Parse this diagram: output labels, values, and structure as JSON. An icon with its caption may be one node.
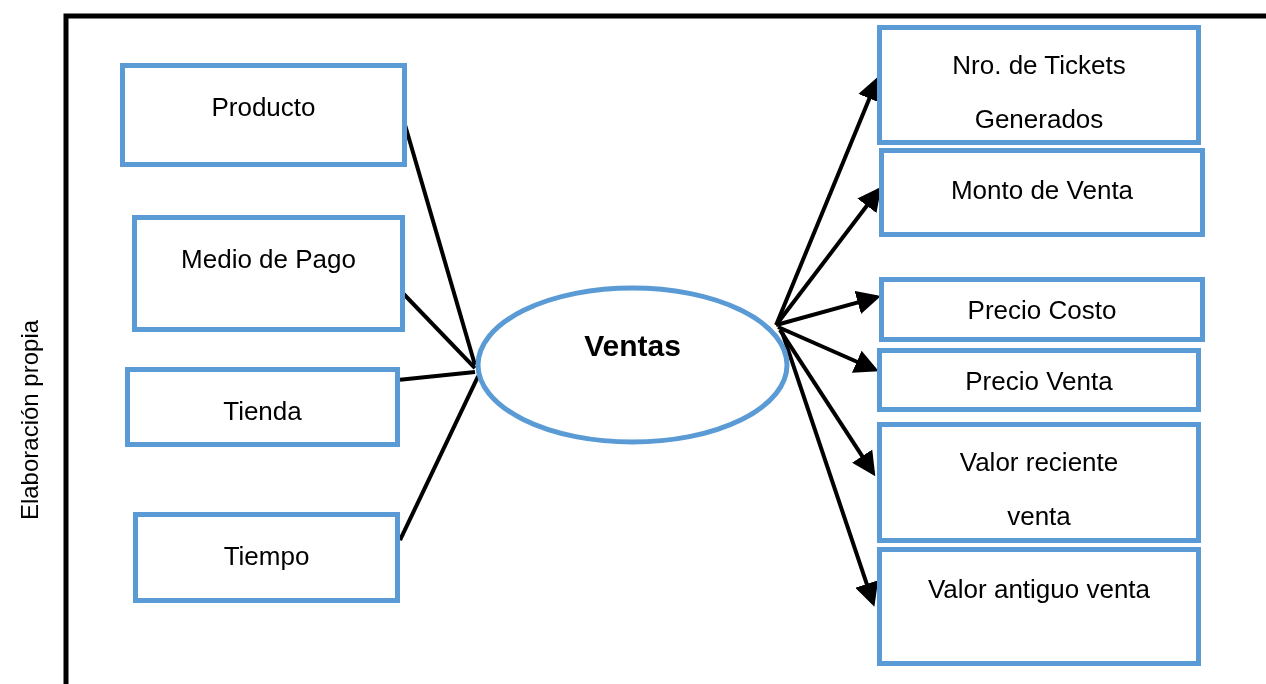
{
  "diagram": {
    "nodes": [
      {
        "text": [
          "Producto"
        ]
      },
      {
        "text": [
          "Medio de Pago"
        ]
      },
      {
        "text": [
          "Tienda"
        ]
      },
      {
        "text": [
          "Tiempo"
        ]
      },
      {
        "text": [
          "Ventas"
        ]
      },
      {
        "text": [
          "Nro. de Tickets Generados"
        ]
      },
      {
        "text": [
          "Monto de Venta"
        ]
      },
      {
        "text": [
          "Precio Costo"
        ]
      },
      {
        "text": [
          "Precio Venta"
        ]
      },
      {
        "text": [
          "Valor reciente venta"
        ]
      },
      {
        "text": [
          "Valor antiguo venta"
        ]
      }
    ],
    "edges": [
      {
        "from": 0,
        "to": 4,
        "arrow": "none"
      },
      {
        "from": 1,
        "to": 4,
        "arrow": "none"
      },
      {
        "from": 2,
        "to": 4,
        "arrow": "none"
      },
      {
        "from": 3,
        "to": 4,
        "arrow": "none"
      },
      {
        "from": 4,
        "to": 5,
        "arrow": "to"
      },
      {
        "from": 4,
        "to": 6,
        "arrow": "to"
      },
      {
        "from": 4,
        "to": 7,
        "arrow": "to"
      },
      {
        "from": 4,
        "to": 8,
        "arrow": "to"
      },
      {
        "from": 4,
        "to": 9,
        "arrow": "to"
      },
      {
        "from": 4,
        "to": 10,
        "arrow": "to"
      }
    ],
    "labels": [
      "Elaboración propia"
    ]
  }
}
